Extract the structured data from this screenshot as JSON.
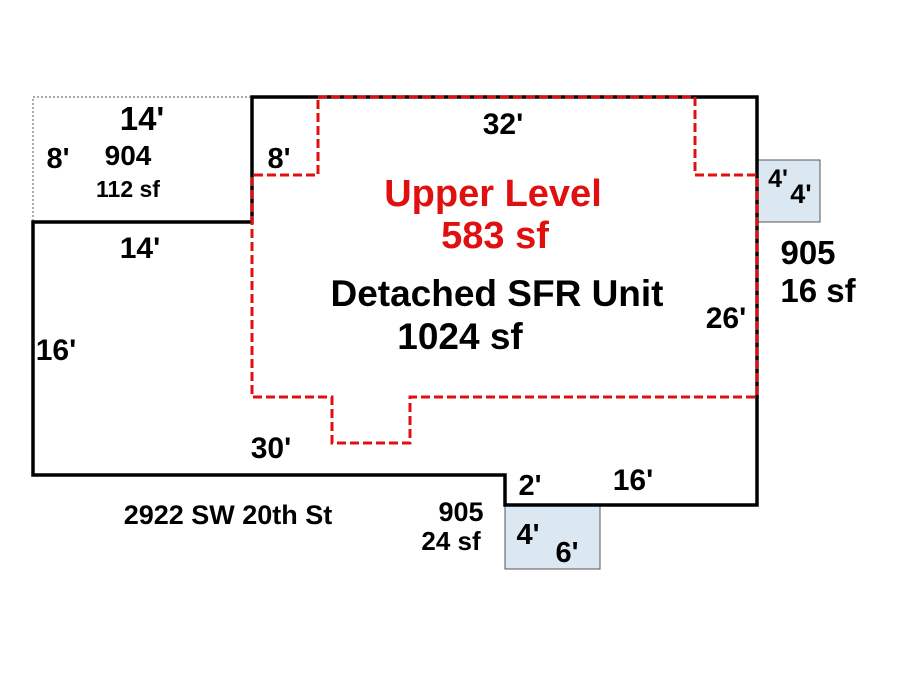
{
  "colors": {
    "outline": "#000000",
    "upper_level": "#e01010",
    "garage_outline": "#777777",
    "porch_fill": "#dbe7f1",
    "porch_outline": "#555555"
  },
  "main_unit": {
    "name": "Detached SFR Unit",
    "area": "1024 sf"
  },
  "upper_level": {
    "name": "Upper Level",
    "area": "583 sf"
  },
  "garage": {
    "code": "904",
    "area": "112 sf"
  },
  "porch_right": {
    "code": "905",
    "area": "16 sf"
  },
  "porch_bottom": {
    "code": "905",
    "area": "24 sf"
  },
  "address": "2922 SW 20th St",
  "dimensions": {
    "garage_width": "14'",
    "garage_depth": "8'",
    "main_top": "32'",
    "upper_notch": "8'",
    "left_step": "14'",
    "left_side": "16'",
    "bottom": "30'",
    "right_side": "26'",
    "right_bottom": "16'",
    "bottom_step": "2'",
    "porch_right_width": "4'",
    "porch_right_depth": "4'",
    "porch_bottom_width": "6'",
    "porch_bottom_depth": "4'"
  }
}
